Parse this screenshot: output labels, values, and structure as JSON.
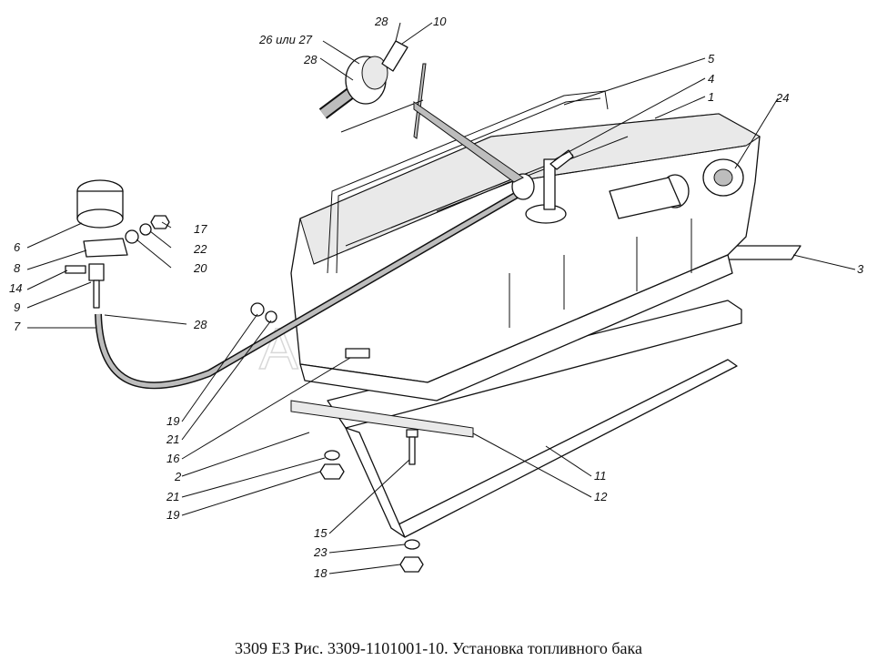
{
  "caption": "3309 ЕЗ Рис. 3309-1101001-10. Установка топливного бака",
  "watermark": "AutoSoft",
  "callouts": {
    "c26or27": "26 или 27",
    "c28top": "28",
    "c10": "10",
    "c28left": "28",
    "c5": "5",
    "c4": "4",
    "c1": "1",
    "c24": "24",
    "c6": "6",
    "c17": "17",
    "c22": "22",
    "c20": "20",
    "c8": "8",
    "c14": "14",
    "c9": "9",
    "c7": "7",
    "c28mid": "28",
    "c3": "3",
    "c19a": "19",
    "c21a": "21",
    "c16": "16",
    "c2": "2",
    "c21b": "21",
    "c19b": "19",
    "c11": "11",
    "c12": "12",
    "c15": "15",
    "c23": "23",
    "c18": "18"
  }
}
